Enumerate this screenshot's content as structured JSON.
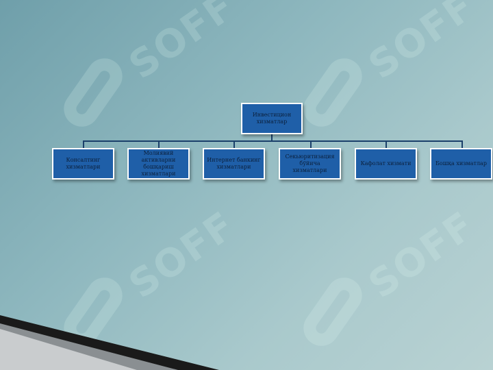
{
  "watermark": {
    "text": "SOFF"
  },
  "org_chart": {
    "root": {
      "label": "Инвестицион хизматлар"
    },
    "children": [
      {
        "label": "Консалтинг хизматлари"
      },
      {
        "label": "Молиявий активларни бошқариш хизматлари"
      },
      {
        "label": "Интернет банкинг хизматлари"
      },
      {
        "label": "Секьюритизация бўйича хизматлари"
      },
      {
        "label": "Кафолат хизмати"
      },
      {
        "label": "Бошқа хизматлар"
      }
    ]
  },
  "colors": {
    "box_fill": "#1f5fa8",
    "box_border": "#ffffff",
    "connector": "#1a3f6a"
  }
}
